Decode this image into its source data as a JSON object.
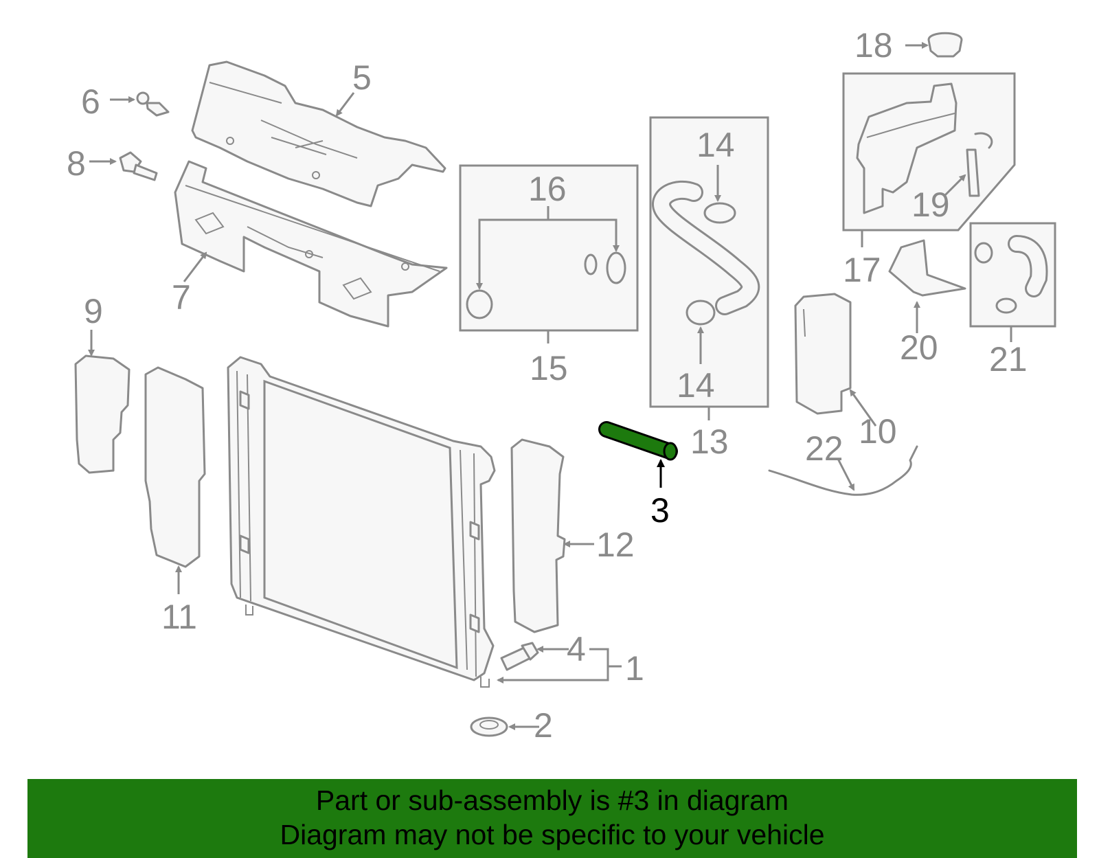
{
  "diagram": {
    "highlighted_part": "3",
    "highlight_color": "#1d7a0e",
    "line_color": "#8a8a8a",
    "callouts": {
      "c1": "1",
      "c2": "2",
      "c3": "3",
      "c4": "4",
      "c5": "5",
      "c6": "6",
      "c7": "7",
      "c8": "8",
      "c9": "9",
      "c10": "10",
      "c11": "11",
      "c12": "12",
      "c13": "13",
      "c14a": "14",
      "c14b": "14",
      "c15": "15",
      "c16": "16",
      "c17": "17",
      "c18": "18",
      "c19": "19",
      "c20": "20",
      "c21": "21",
      "c22": "22"
    }
  },
  "banner": {
    "line1": "Part or sub-assembly is #3 in diagram",
    "line2": "Diagram may not be specific to your vehicle",
    "background": "#1d7a0e"
  }
}
